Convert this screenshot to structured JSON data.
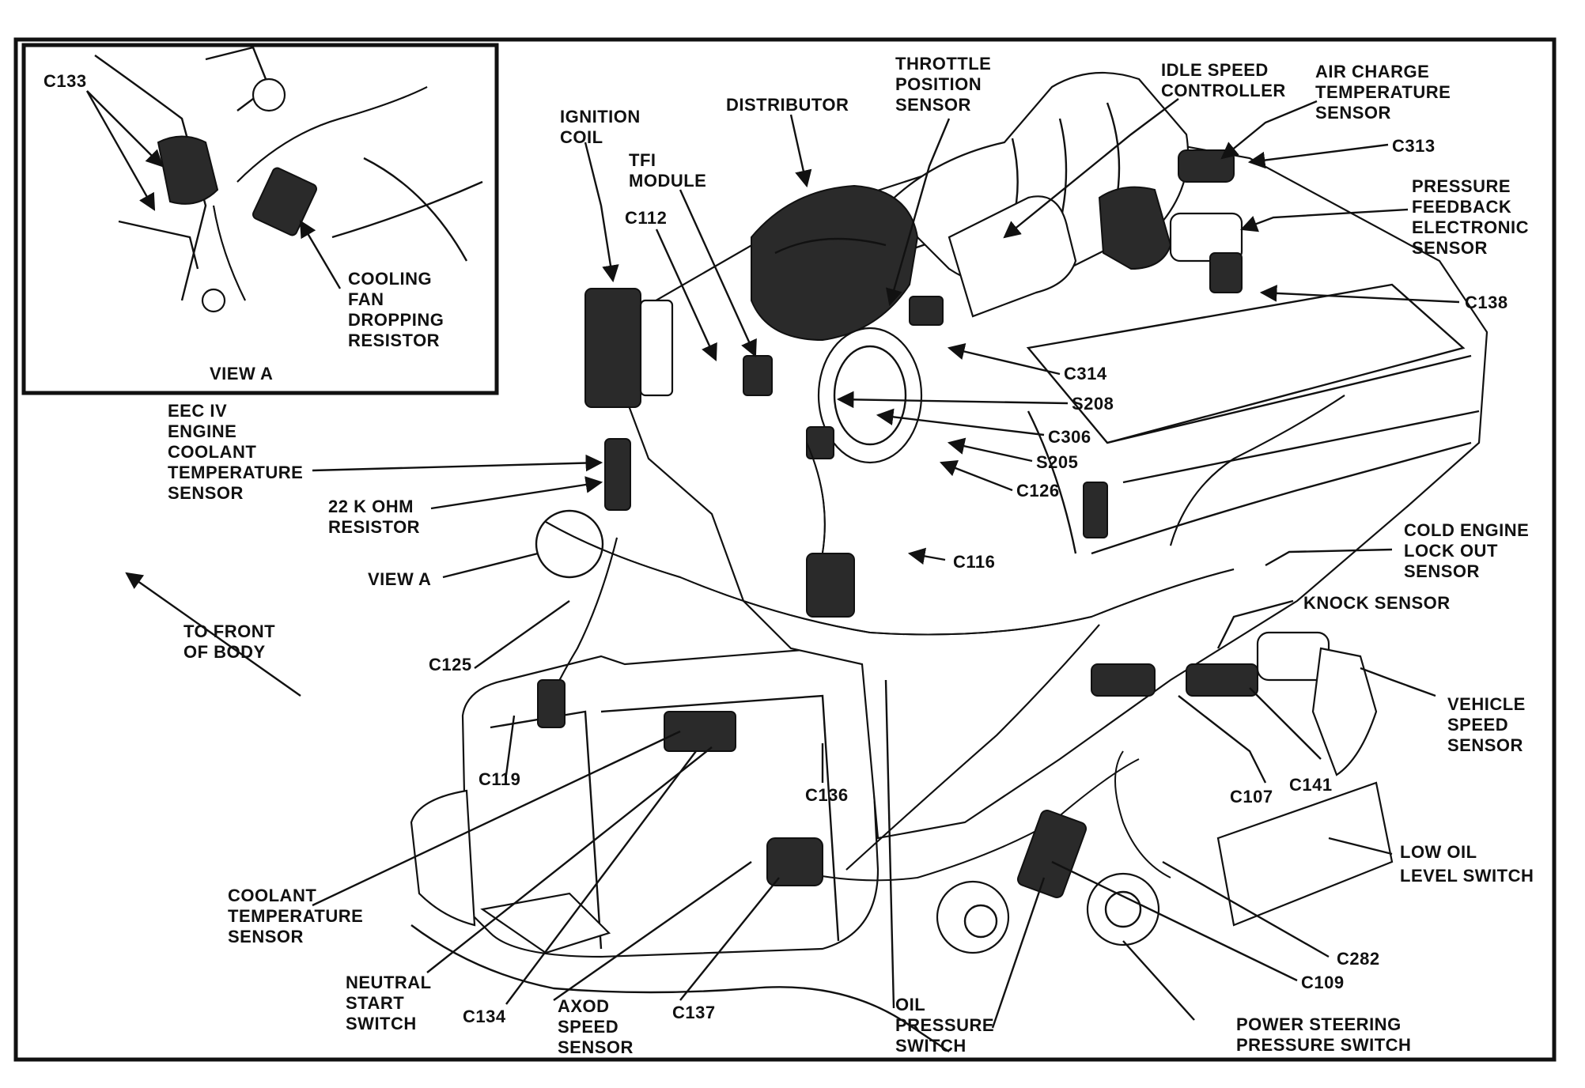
{
  "view_a": {
    "title": "VIEW A",
    "c133": "C133",
    "cooling_fan_resistor": [
      "COOLING",
      "FAN",
      "DROPPING",
      "RESISTOR"
    ]
  },
  "labels": {
    "ignition_coil": [
      "IGNITION",
      "COIL"
    ],
    "distributor": [
      "DISTRIBUTOR"
    ],
    "tfi_module": [
      "TFI",
      "MODULE"
    ],
    "c112": [
      "C112"
    ],
    "throttle_position_sensor": [
      "THROTTLE",
      "POSITION",
      "SENSOR"
    ],
    "idle_speed_controller": [
      "IDLE SPEED",
      "CONTROLLER"
    ],
    "air_charge_temp_sensor": [
      "AIR CHARGE",
      "TEMPERATURE",
      "SENSOR"
    ],
    "c313": [
      "C313"
    ],
    "pressure_feedback_sensor": [
      "PRESSURE",
      "FEEDBACK",
      "ELECTRONIC",
      "SENSOR"
    ],
    "c138": [
      "C138"
    ],
    "c314": [
      "C314"
    ],
    "s208": [
      "S208"
    ],
    "c306": [
      "C306"
    ],
    "s205": [
      "S205"
    ],
    "c126": [
      "C126"
    ],
    "eec_coolant_sensor": [
      "EEC IV",
      "ENGINE",
      "COOLANT",
      "TEMPERATURE",
      "SENSOR"
    ],
    "resistor_22k": [
      "22 K OHM",
      "RESISTOR"
    ],
    "view_a_ref": [
      "VIEW A"
    ],
    "c116": [
      "C116"
    ],
    "cold_engine_sensor": [
      "COLD ENGINE",
      "LOCK OUT",
      "SENSOR"
    ],
    "knock_sensor": [
      "KNOCK SENSOR"
    ],
    "to_front": [
      "TO FRONT",
      "OF BODY"
    ],
    "c125": [
      "C125"
    ],
    "vehicle_speed_sensor": [
      "VEHICLE",
      "SPEED",
      "SENSOR"
    ],
    "c119": [
      "C119"
    ],
    "c136": [
      "C136"
    ],
    "c107": [
      "C107"
    ],
    "c141": [
      "C141"
    ],
    "low_oil_switch": [
      "LOW OIL",
      "LEVEL SWITCH"
    ],
    "coolant_temp_sensor": [
      "COOLANT",
      "TEMPERATURE",
      "SENSOR"
    ],
    "c282": [
      "C282"
    ],
    "c109": [
      "C109"
    ],
    "neutral_start_switch": [
      "NEUTRAL",
      "START",
      "SWITCH"
    ],
    "c134": [
      "C134"
    ],
    "axod_speed_sensor": [
      "AXOD",
      "SPEED",
      "SENSOR"
    ],
    "c137": [
      "C137"
    ],
    "oil_pressure_switch": [
      "OIL",
      "PRESSURE",
      "SWITCH"
    ],
    "ps_pressure_switch": [
      "POWER STEERING",
      "PRESSURE SWITCH"
    ]
  }
}
